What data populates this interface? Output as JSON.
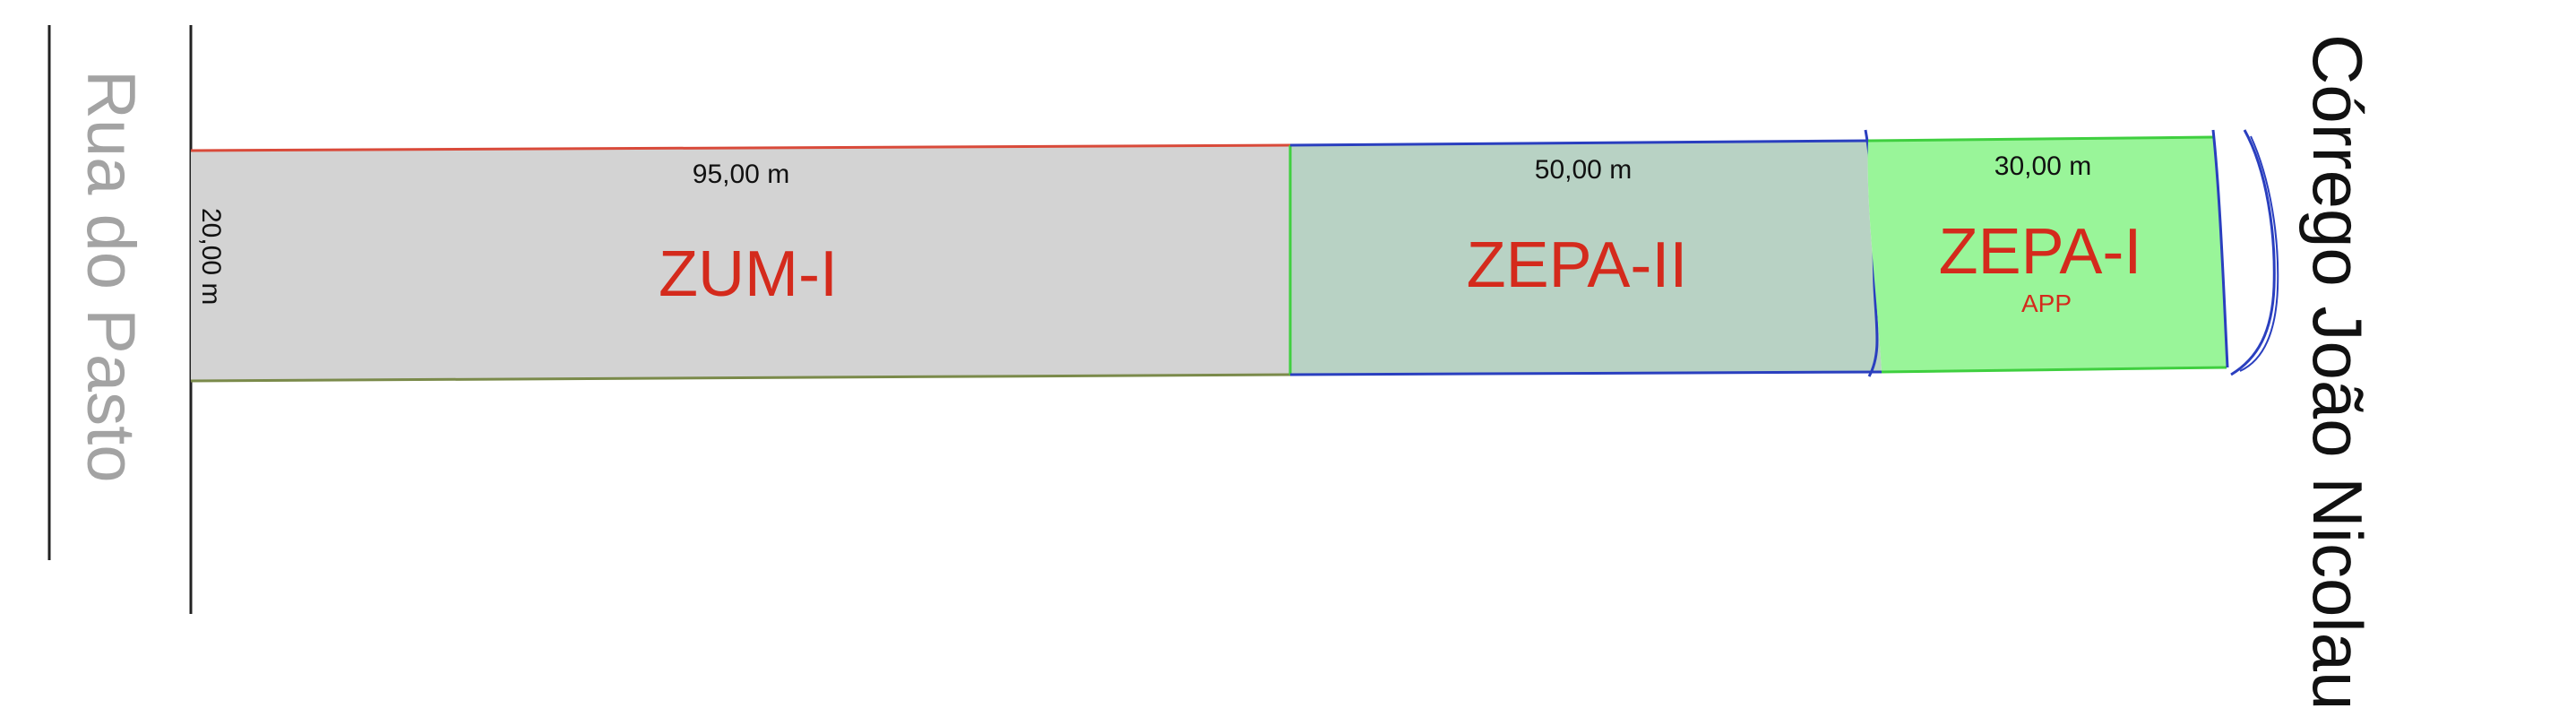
{
  "labels": {
    "street": "Rua do Pasto",
    "creek": "Córrego João Nicolau"
  },
  "dimensions": {
    "depth_zum": "95,00 m",
    "depth_zepa2": "50,00 m",
    "depth_zepa1": "30,00 m",
    "frontage": "20,00 m"
  },
  "zones": {
    "zum": {
      "name": "ZUM-I",
      "fill": "#d3d3d3"
    },
    "zepa2": {
      "name": "ZEPA-II",
      "fill": "#b8d2c4"
    },
    "zepa1": {
      "name": "ZEPA-I",
      "sub": "APP",
      "fill": "#99f599"
    }
  },
  "colors": {
    "zone_text": "#d42a1c",
    "outline_red": "#d94a3a",
    "outline_blue": "#2a3fbf",
    "outline_green": "#3fcf3f"
  }
}
